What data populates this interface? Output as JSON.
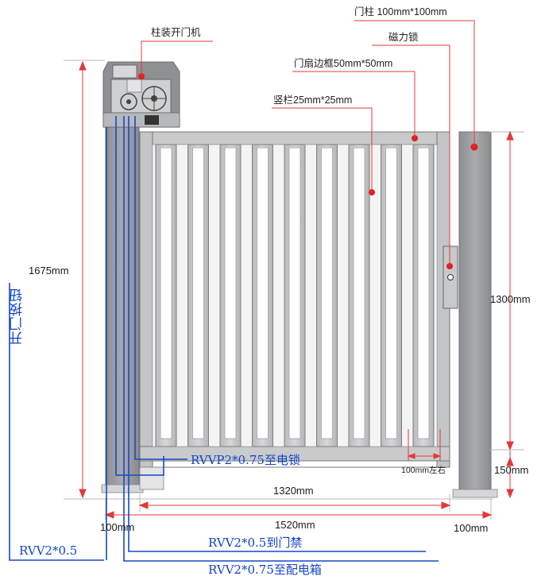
{
  "labels": {
    "opener": "柱装开门机",
    "post_spec": "门柱 100mm*100mm",
    "magnetic_lock": "磁力锁",
    "frame_spec": "门扇边框50mm*50mm",
    "bar_spec": "竖栏25mm*25mm",
    "bar_gap": "100mm左右"
  },
  "dimensions": {
    "total_height": "1675mm",
    "gate_height": "1300mm",
    "bottom_gap": "150mm",
    "leaf_width": "1320mm",
    "overall_width": "1520mm",
    "left_post": "100mm",
    "right_post": "100mm"
  },
  "cables": {
    "button_title": "开门按钮",
    "button_cable": "RVV2*0.5",
    "lock_cable": "RVVP2*0.75至电锁",
    "access_cable": "RVV2*0.5到门禁",
    "power_cable": "RVV2*0.75至配电箱"
  },
  "colors": {
    "cable_blue": "#1848c8",
    "marker_red": "#e02020",
    "dimension_red": "#e03030"
  }
}
